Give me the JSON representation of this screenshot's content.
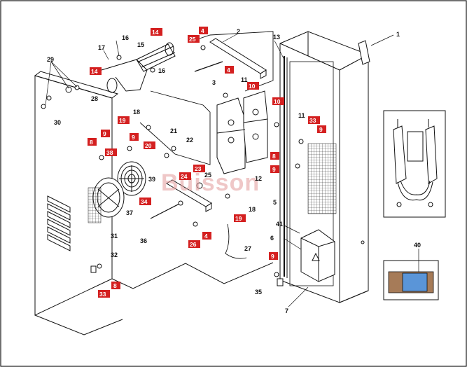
{
  "watermark": "Buisson",
  "plain_labels": [
    "1",
    "2",
    "3",
    "5",
    "6",
    "7",
    "11",
    "11",
    "12",
    "13",
    "15",
    "16",
    "16",
    "17",
    "18",
    "18",
    "21",
    "22",
    "25",
    "27",
    "28",
    "29",
    "30",
    "31",
    "32",
    "35",
    "36",
    "37",
    "39",
    "40",
    "41"
  ],
  "boxed_labels": [
    "4",
    "4",
    "4",
    "8",
    "8",
    "8",
    "9",
    "9",
    "9",
    "9",
    "9",
    "10",
    "10",
    "14",
    "14",
    "19",
    "19",
    "20",
    "23",
    "24",
    "25",
    "26",
    "33",
    "33",
    "34",
    "38"
  ],
  "colors": {
    "badge": "#d42020",
    "line": "#111111",
    "watermark": "#e39a9a",
    "inset_blue": "#5a95d8",
    "inset_brown": "#a67b58"
  }
}
